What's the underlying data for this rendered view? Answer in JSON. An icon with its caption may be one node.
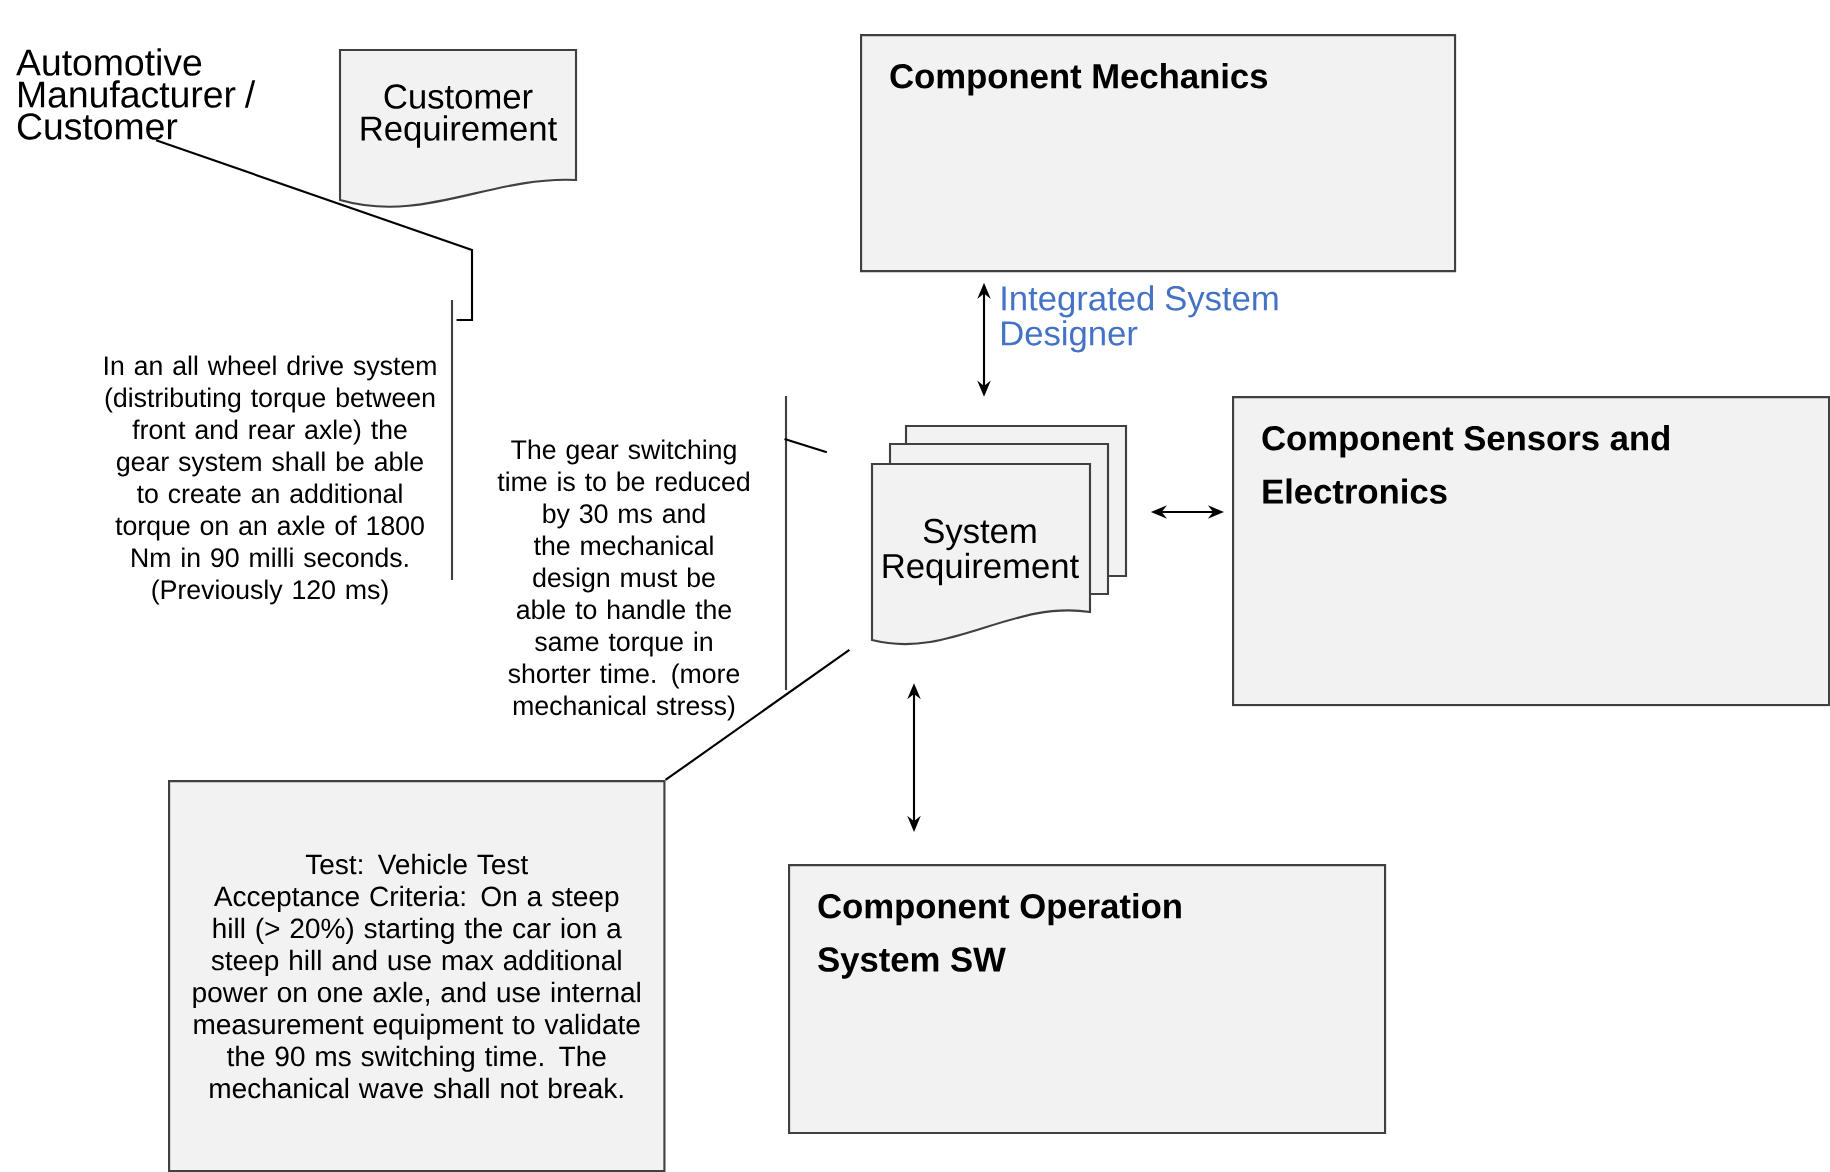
{
  "diagram": {
    "nodes": [
      {
        "text": [
          "Automotive Manufacturer / Customer"
        ]
      },
      {
        "text": [
          "Customer Requirement"
        ]
      },
      {
        "text": [
          "Component Mechanics"
        ]
      },
      {
        "text": [
          "System Requirement"
        ]
      },
      {
        "text": [
          "Component Sensors and Electronics"
        ]
      },
      {
        "text": [
          "In an all wheel drive system (distributing torque between front and rear axle) the gear system shall be able to create an additional torque on an axle of 1800 Nm in 90 milli seconds. (Previously 120 ms)"
        ]
      },
      {
        "text": [
          "The gear switching time is to be reduced by 30 ms and the mechanical design must be able to handle the same torque in shorter time. (more mechanical stress)"
        ]
      },
      {
        "text": [
          "Component Operation System SW"
        ]
      },
      {
        "text": [
          "Test: Vehicle Test",
          "Acceptance Criteria: On a steep hill (> 20%) starting the car ion a steep hill and use max additional power on one axle, and use internal measurement equipment to validate the 90 ms switching time. The mechanical wave shall not break."
        ]
      }
    ],
    "edges": [
      {
        "from": 2,
        "to": 3,
        "arrow": "both",
        "label": "Integrated System Designer"
      },
      {
        "from": 3,
        "to": 4,
        "arrow": "both"
      },
      {
        "from": 7,
        "to": 3,
        "arrow": "both"
      },
      {
        "from": 0,
        "to": 5,
        "arrow": "none"
      },
      {
        "from": 6,
        "to": 3,
        "arrow": "none"
      },
      {
        "from": 3,
        "to": 8,
        "arrow": "none"
      }
    ]
  }
}
